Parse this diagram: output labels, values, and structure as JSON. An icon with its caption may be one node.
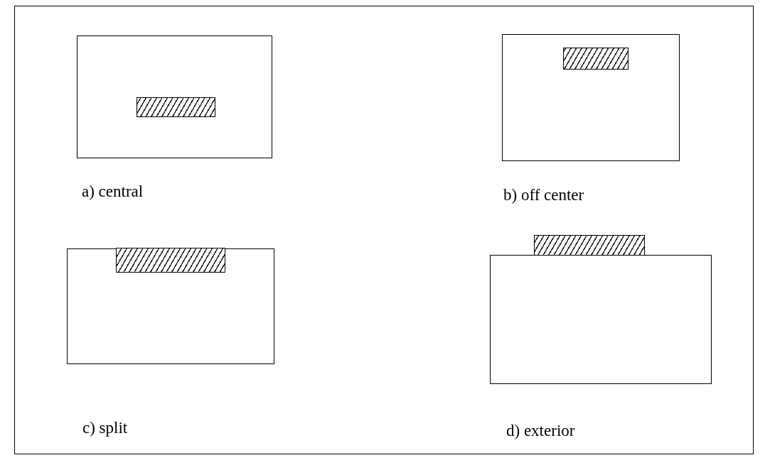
{
  "diagram": {
    "nodes": [
      {
        "text": [],
        "shape": "box"
      },
      {
        "text": [],
        "shape": "bar",
        "in": 0
      },
      {
        "text": [],
        "shape": "box"
      },
      {
        "text": [],
        "shape": "bar",
        "in": 2
      },
      {
        "text": [],
        "shape": "box"
      },
      {
        "text": [],
        "shape": "bar",
        "in": 4
      },
      {
        "text": [],
        "shape": "bar"
      },
      {
        "text": [],
        "shape": "box"
      }
    ],
    "labels": [
      "a) central",
      "b) off center",
      "c) split",
      "d) exterior"
    ]
  }
}
